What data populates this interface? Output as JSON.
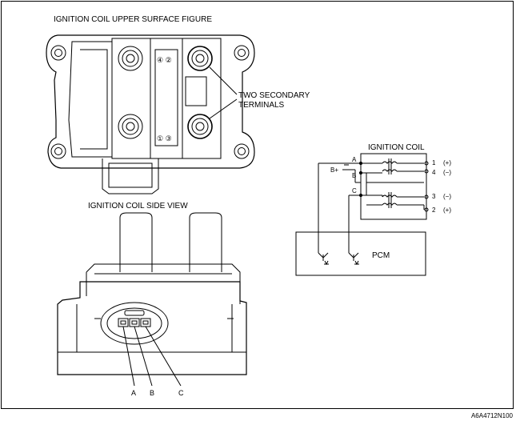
{
  "labels": {
    "upper_title": "IGNITION COIL UPPER SURFACE FIGURE",
    "side_title": "IGNITION COIL SIDE VIEW",
    "secondary_line1": "TWO SECONDARY",
    "secondary_line2": "TERMINALS",
    "connector_top": "④ ②",
    "connector_bottom": "① ③",
    "pin_a": "A",
    "pin_b": "B",
    "pin_c": "C",
    "figure_code": "A6A4712N100"
  },
  "schematic": {
    "title": "IGNITION COIL",
    "supply": "B+",
    "inputs": [
      "A",
      "B",
      "C"
    ],
    "terminals": [
      {
        "number": "1",
        "polarity": "(+)"
      },
      {
        "number": "4",
        "polarity": "(−)"
      },
      {
        "number": "3",
        "polarity": "(−)"
      },
      {
        "number": "2",
        "polarity": "(+)"
      }
    ],
    "pcm": "PCM"
  }
}
